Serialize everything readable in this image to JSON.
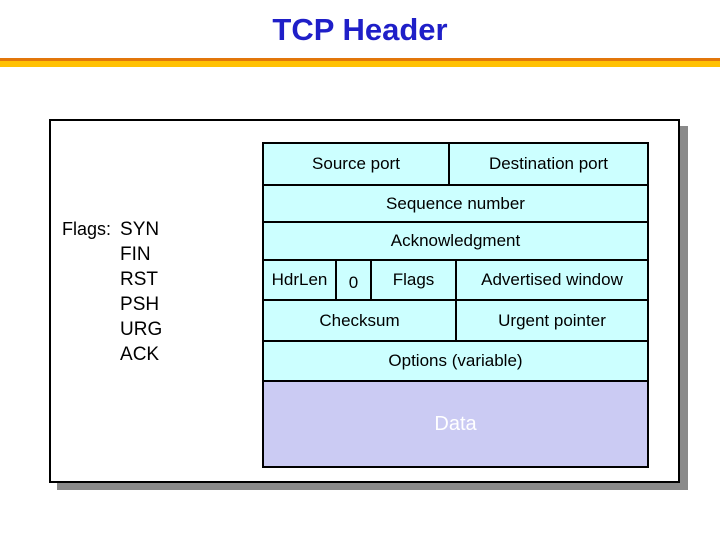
{
  "slide_title": "TCP Header",
  "colors": {
    "title_blue": "#1F1FC8",
    "rule_dark_orange": "#E2760A",
    "rule_gold": "#FFC103",
    "field_cell_cyan": "#CCFFFF",
    "data_cell_lavender": "#CBCBF3",
    "box_shadow_gray": "#8A8A8A",
    "border_black": "#000000"
  },
  "flags_legend": {
    "label": "Flags:",
    "items": [
      "SYN",
      "FIN",
      "RST",
      "PSH",
      "URG",
      "ACK"
    ]
  },
  "tcp_header_fields": {
    "row1": {
      "source_port": "Source port",
      "destination_port": "Destination port"
    },
    "row2": {
      "sequence_number": "Sequence number"
    },
    "row3": {
      "acknowledgment": "Acknowledgment"
    },
    "row4": {
      "hdr_len": "HdrLen",
      "zero": "0",
      "flags": "Flags",
      "advertised_window": "Advertised window"
    },
    "row5": {
      "checksum": "Checksum",
      "urgent_pointer": "Urgent pointer"
    },
    "row6": {
      "options": "Options (variable)"
    },
    "row7": {
      "data": "Data"
    }
  }
}
